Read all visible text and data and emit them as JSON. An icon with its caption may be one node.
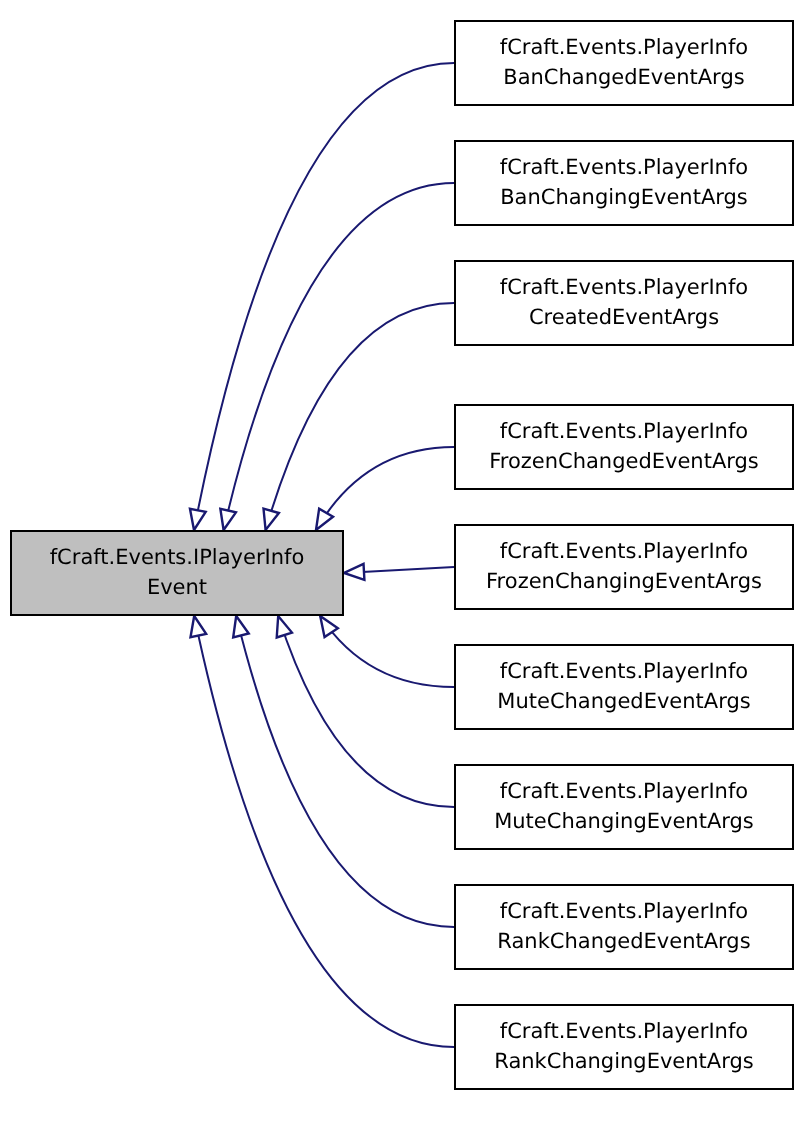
{
  "diagram": {
    "nodes": [
      {
        "text": [
          "fCraft.Events.IPlayerInfo Event"
        ]
      },
      {
        "text": [
          "fCraft.Events.PlayerInfo BanChangedEventArgs"
        ]
      },
      {
        "text": [
          "fCraft.Events.PlayerInfo BanChangingEventArgs"
        ]
      },
      {
        "text": [
          "fCraft.Events.PlayerInfo CreatedEventArgs"
        ]
      },
      {
        "text": [
          "fCraft.Events.PlayerInfo FrozenChangedEventArgs"
        ]
      },
      {
        "text": [
          "fCraft.Events.PlayerInfo FrozenChangingEventArgs"
        ]
      },
      {
        "text": [
          "fCraft.Events.PlayerInfo MuteChangedEventArgs"
        ]
      },
      {
        "text": [
          "fCraft.Events.PlayerInfo MuteChangingEventArgs"
        ]
      },
      {
        "text": [
          "fCraft.Events.PlayerInfo RankChangedEventArgs"
        ]
      },
      {
        "text": [
          "fCraft.Events.PlayerInfo RankChangingEventArgs"
        ]
      }
    ],
    "edges": [
      {
        "from": 1,
        "to": 0,
        "arrow": "to"
      },
      {
        "from": 2,
        "to": 0,
        "arrow": "to"
      },
      {
        "from": 3,
        "to": 0,
        "arrow": "to"
      },
      {
        "from": 4,
        "to": 0,
        "arrow": "to"
      },
      {
        "from": 5,
        "to": 0,
        "arrow": "to"
      },
      {
        "from": 6,
        "to": 0,
        "arrow": "to"
      },
      {
        "from": 7,
        "to": 0,
        "arrow": "to"
      },
      {
        "from": 8,
        "to": 0,
        "arrow": "to"
      },
      {
        "from": 9,
        "to": 0,
        "arrow": "to"
      }
    ]
  }
}
